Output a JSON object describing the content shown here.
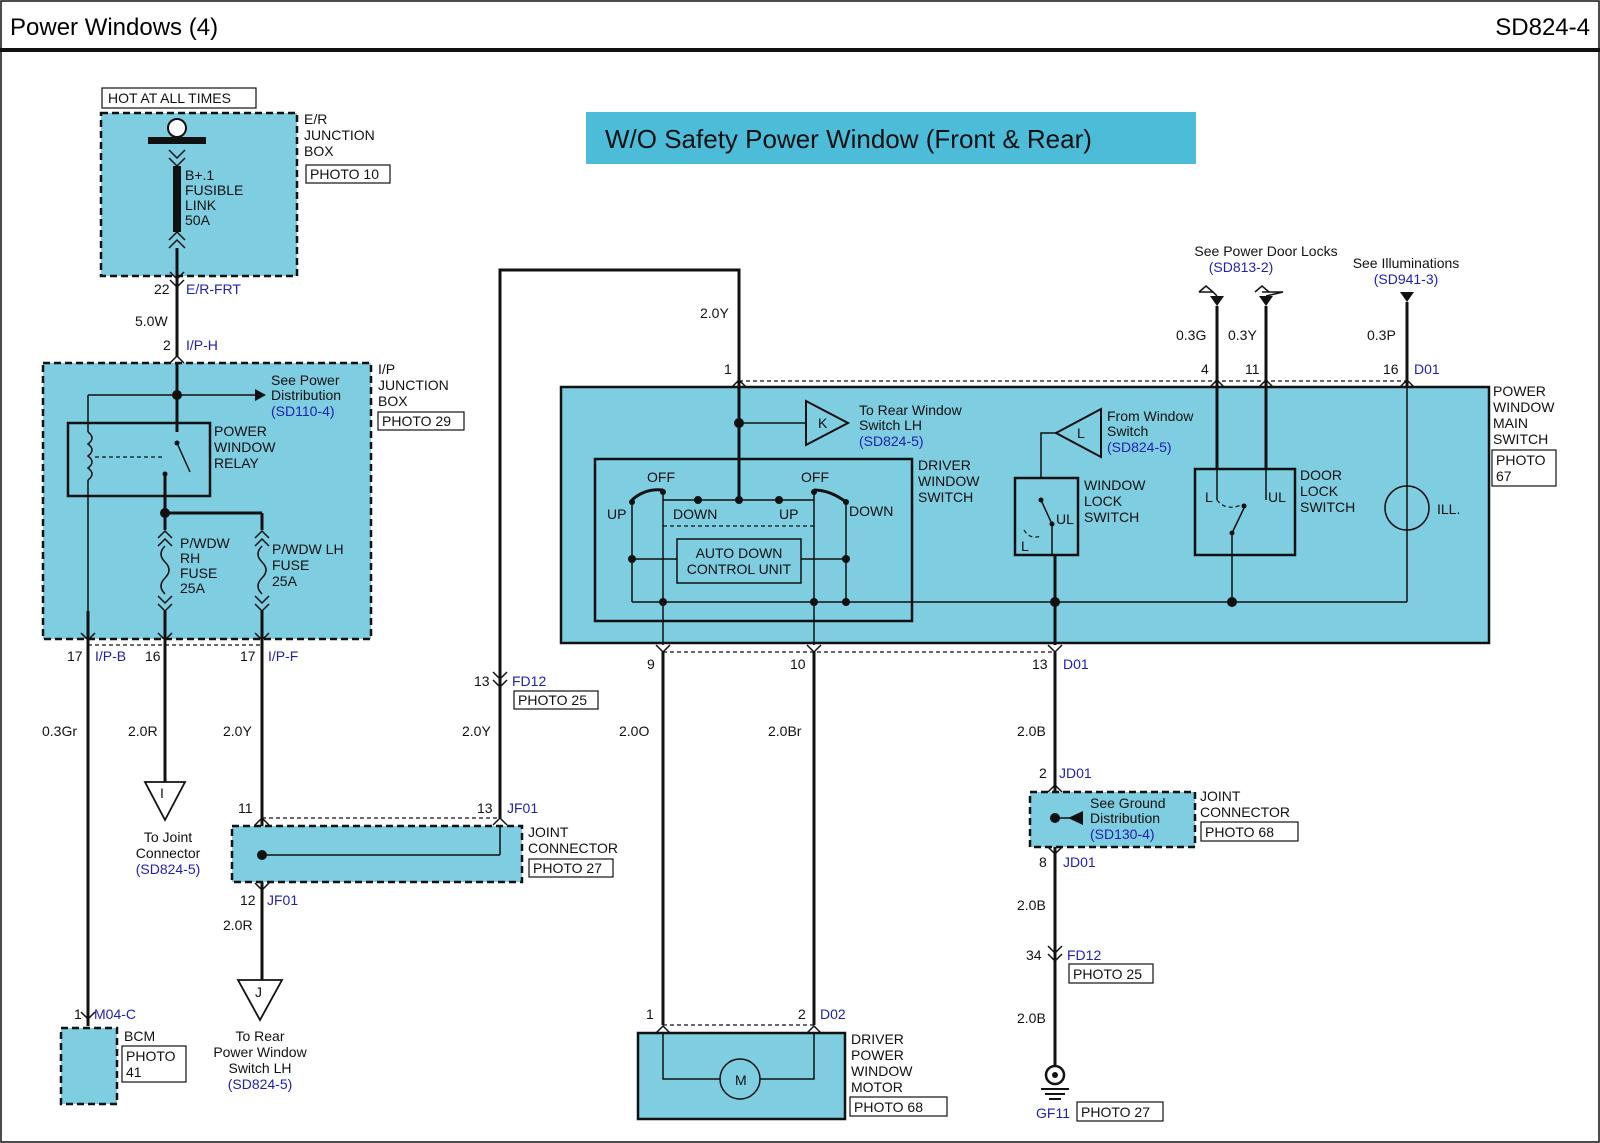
{
  "header": {
    "title": "Power Windows (4)",
    "code": "SD824-4"
  },
  "banner": {
    "text": "W/O Safety Power Window (Front & Rear)",
    "color": "#4dbcd9"
  },
  "colors": {
    "component_fill": "#7fcde0",
    "reference_text": "#1f1fb0"
  },
  "er_box": {
    "hot_label": "HOT AT ALL TIMES",
    "name_lines": [
      "E/R",
      "JUNCTION",
      "BOX"
    ],
    "photo": "PHOTO 10",
    "fuse_lines": [
      "B+.1",
      "FUSIBLE",
      "LINK",
      "50A"
    ],
    "pin": "22",
    "connector": "E/R-FRT"
  },
  "wire_er_ip": {
    "color": "5.0W"
  },
  "ip_box": {
    "pin_top": "2",
    "connector_top": "I/P-H",
    "name_lines": [
      "I/P",
      "JUNCTION",
      "BOX"
    ],
    "photo": "PHOTO 29",
    "see_lines": [
      "See Power",
      "Distribution"
    ],
    "see_ref": "(SD110-4)",
    "relay_lines": [
      "POWER",
      "WINDOW",
      "RELAY"
    ],
    "fuse_rh_lines": [
      "P/WDW",
      "RH",
      "FUSE",
      "25A"
    ],
    "fuse_lh_lines": [
      "P/WDW LH",
      "FUSE",
      "25A"
    ],
    "pin_b": "17",
    "conn_b": "I/P-B",
    "pin_16": "16",
    "pin_f": "17",
    "conn_f": "I/P-F"
  },
  "bcm_wire": {
    "color": "0.3Gr",
    "pin": "1",
    "connector": "M04-C",
    "name": "BCM",
    "photo_lines": [
      "PHOTO",
      "41"
    ]
  },
  "to_joint_i": {
    "color": "2.0R",
    "letter": "I",
    "lines": [
      "To Joint",
      "Connector"
    ],
    "ref": "(SD824-5)"
  },
  "jf01": {
    "wire_left_color": "2.0Y",
    "pin_left": "11",
    "pin_right": "13",
    "connector": "JF01",
    "name_lines": [
      "JOINT",
      "CONNECTOR"
    ],
    "photo": "PHOTO 27",
    "pin_out": "12",
    "connector_out": "JF01",
    "out_color": "2.0R"
  },
  "to_rear_j": {
    "letter": "J",
    "lines": [
      "To Rear",
      "Power Window",
      "Switch LH"
    ],
    "ref": "(SD824-5)"
  },
  "fd12_top": {
    "pin": "13",
    "connector": "FD12",
    "photo": "PHOTO 25",
    "color_low": "2.0Y",
    "color_high": "2.0Y"
  },
  "main_switch": {
    "name_lines": [
      "POWER",
      "WINDOW",
      "MAIN",
      "SWITCH"
    ],
    "photo_lines": [
      "PHOTO",
      "67"
    ],
    "pin_1": "1",
    "pin_4": "4",
    "pin_11": "11",
    "pin_16": "16",
    "connector_top": "D01",
    "to_rear_letter": "K",
    "to_rear_lines": [
      "To Rear Window",
      "Switch LH"
    ],
    "to_rear_ref": "(SD824-5)",
    "from_letter": "L",
    "from_lines": [
      "From Window",
      "Switch"
    ],
    "from_ref": "(SD824-5)",
    "driver_lines": [
      "DRIVER",
      "WINDOW",
      "SWITCH"
    ],
    "off_left": "OFF",
    "off_right": "OFF",
    "up_left": "UP",
    "down_left": "DOWN",
    "up_right": "UP",
    "down_right": "DOWN",
    "auto_lines": [
      "AUTO DOWN",
      "CONTROL UNIT"
    ],
    "wlock_lines": [
      "WINDOW",
      "LOCK",
      "SWITCH"
    ],
    "wlock_ul": "UL",
    "wlock_l": "L",
    "dlock_lines": [
      "DOOR",
      "LOCK",
      "SWITCH"
    ],
    "dlock_l": "L",
    "dlock_ul": "UL",
    "ill": "ILL.",
    "pin_9": "9",
    "pin_10": "10",
    "pin_13": "13",
    "connector_bottom": "D01"
  },
  "door_locks": {
    "label": "See Power Door Locks",
    "ref": "(SD813-2)",
    "color_a": "0.3G",
    "color_b": "0.3Y"
  },
  "illum": {
    "label": "See Illuminations",
    "ref": "(SD941-3)",
    "color": "0.3P"
  },
  "motor": {
    "wire_a": "2.0O",
    "wire_b": "2.0Br",
    "pin_1": "1",
    "pin_2": "2",
    "connector": "D02",
    "name_lines": [
      "DRIVER",
      "POWER",
      "WINDOW",
      "MOTOR"
    ],
    "photo": "PHOTO 68",
    "symbol": "M"
  },
  "ground": {
    "color_1": "2.0B",
    "pin_2": "2",
    "conn_jd01": "JD01",
    "see_lines": [
      "See Ground",
      "Distribution"
    ],
    "see_ref": "(SD130-4)",
    "name_lines": [
      "JOINT",
      "CONNECTOR"
    ],
    "photo": "PHOTO 68",
    "pin_8": "8",
    "conn_jd01_b": "JD01",
    "color_2": "2.0B",
    "pin_34": "34",
    "conn_fd12": "FD12",
    "photo_fd12": "PHOTO 25",
    "color_3": "2.0B",
    "gnd": "GF11",
    "gnd_photo": "PHOTO 27"
  }
}
